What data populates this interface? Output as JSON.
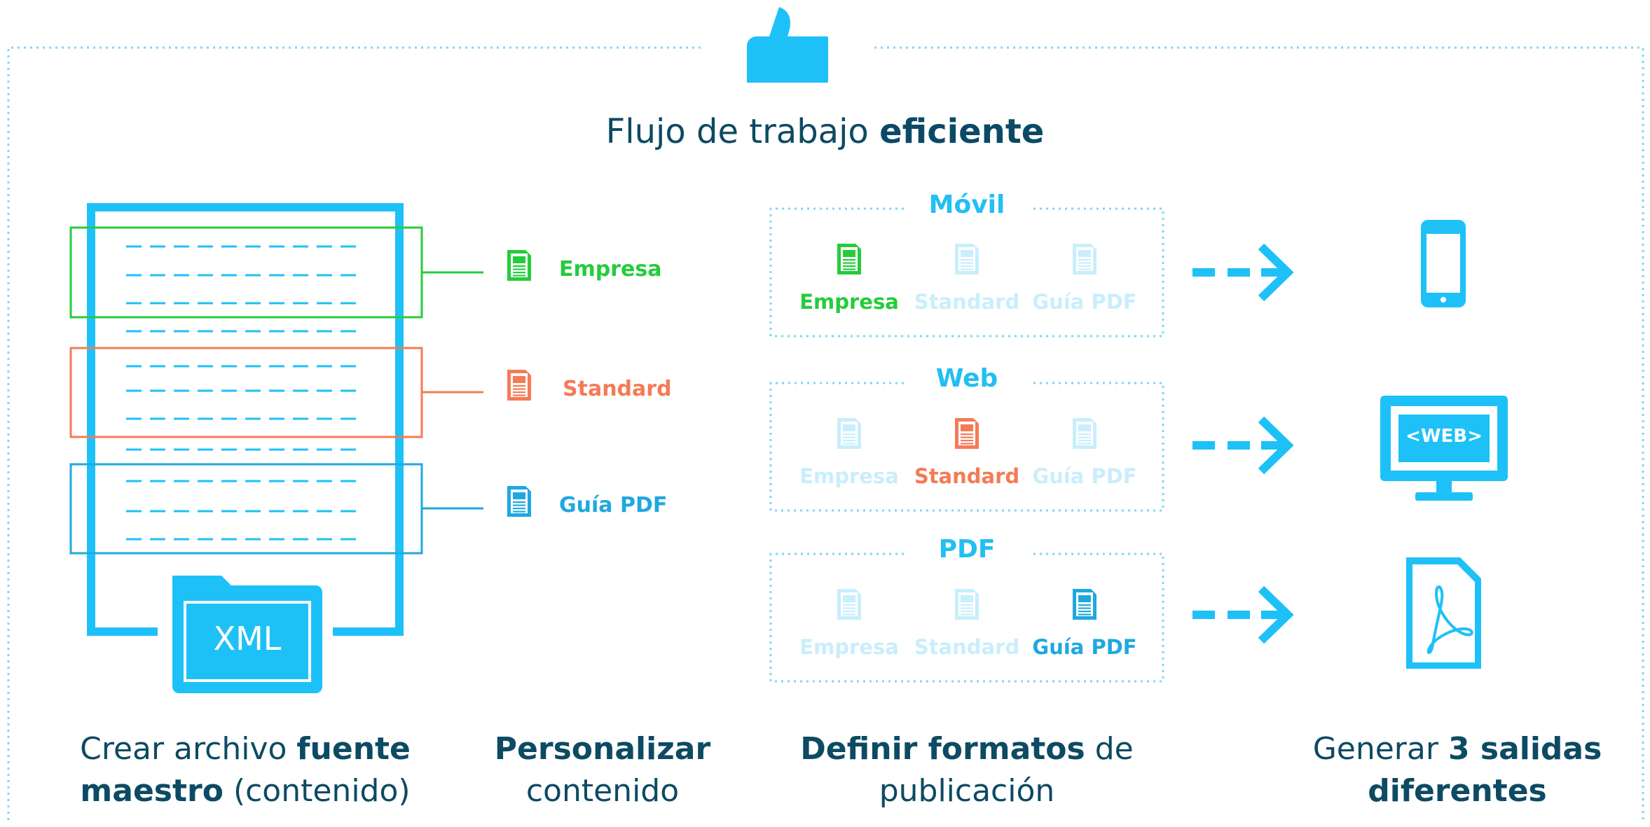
{
  "title": {
    "normal": "Flujo de trabajo ",
    "bold": "eficiente"
  },
  "master": {
    "xml_label": "XML"
  },
  "variants": [
    {
      "label": "Empresa",
      "color": "#24cc3c"
    },
    {
      "label": "Standard",
      "color": "#f47b56"
    },
    {
      "label": "Guía PDF",
      "color": "#1fa8e0"
    }
  ],
  "formats": [
    {
      "title": "Móvil",
      "items": [
        "Empresa",
        "Standard",
        "Guía PDF"
      ],
      "active": 0
    },
    {
      "title": "Web",
      "items": [
        "Empresa",
        "Standard",
        "Guía PDF"
      ],
      "active": 1
    },
    {
      "title": "PDF",
      "items": [
        "Empresa",
        "Standard",
        "Guía PDF"
      ],
      "active": 2
    }
  ],
  "outputs": {
    "web_label": "<WEB>"
  },
  "steps": [
    {
      "normal1": "Crear archivo ",
      "bold1": "fuente",
      "bold2": "maestro",
      "normal2": " (contenido)"
    },
    {
      "bold1": "Personalizar",
      "normal2": "contenido"
    },
    {
      "bold1": "Definir formatos",
      "normal1": " de",
      "normal2": "publicación"
    },
    {
      "normal1": "Generar ",
      "bold1": "3 salidas",
      "bold2": "diferentes"
    }
  ],
  "colors": {
    "accent": "#1ec1f7",
    "dark_text": "#0d4a63",
    "faded": "#c9eefc",
    "border_dotted": "#7fd6f5"
  }
}
